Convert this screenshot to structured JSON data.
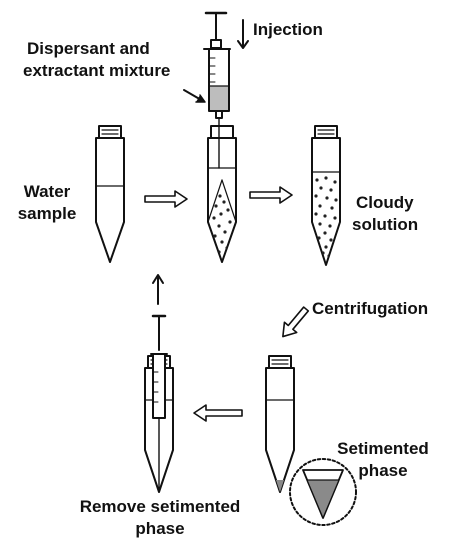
{
  "labels": {
    "injection": "Injection",
    "dispersant_line1": "Dispersant and",
    "dispersant_line2": "extractant mixture",
    "water_line1": "Water",
    "water_line2": "sample",
    "cloudy_line1": "Cloudy",
    "cloudy_line2": "solution",
    "centrifugation": "Centrifugation",
    "sedimented_line1": "Setimented",
    "sedimented_line2": "phase",
    "remove_line1": "Remove setimented",
    "remove_line2": "phase"
  },
  "colors": {
    "stroke": "#111111",
    "sediment_fill": "#8a8a8a",
    "syringe_fill": "#bdbdbd",
    "dots": "#222222",
    "background": "#ffffff"
  }
}
